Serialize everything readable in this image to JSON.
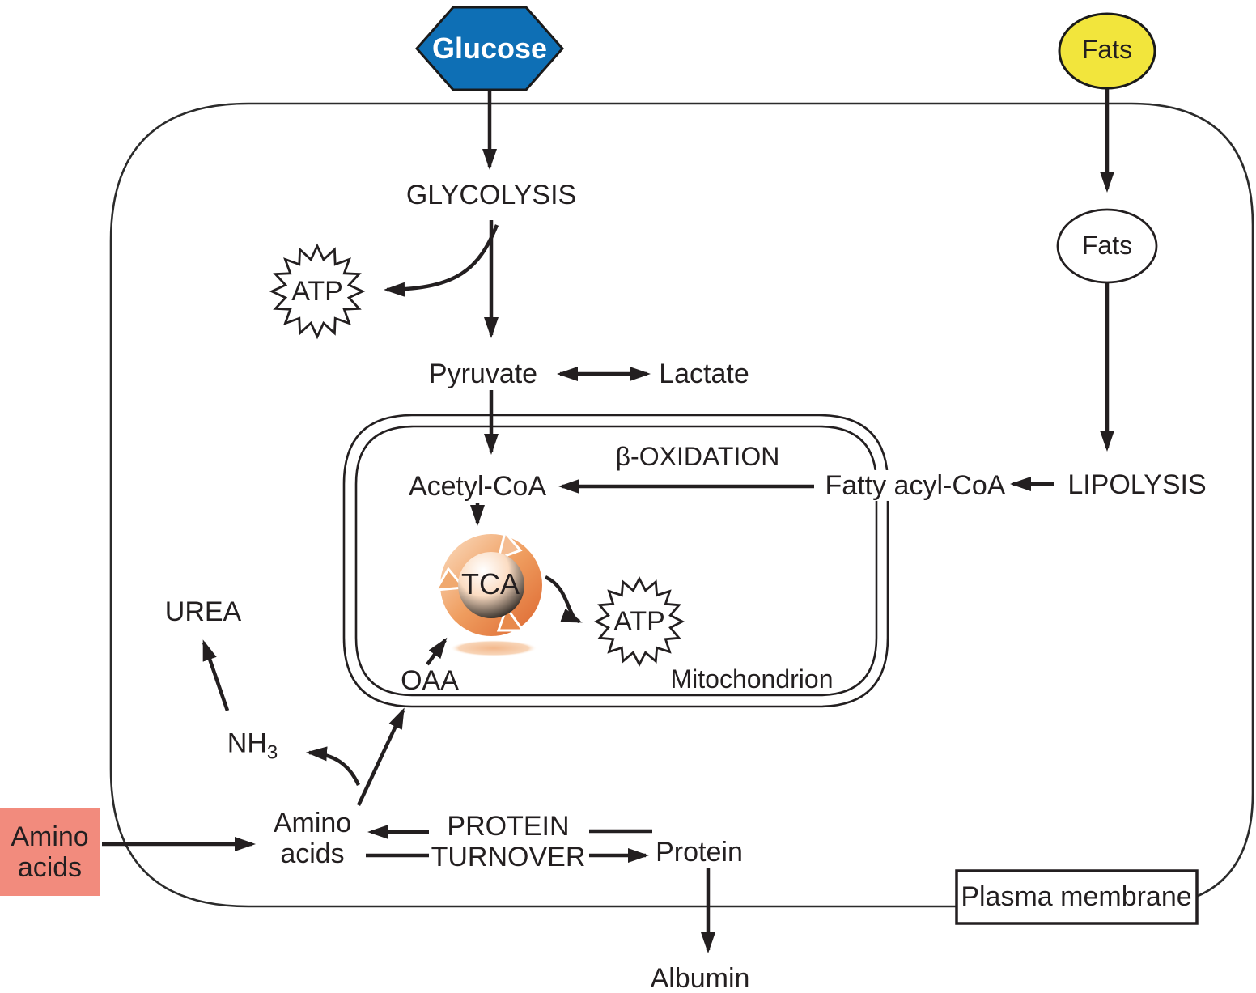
{
  "diagram": {
    "colors": {
      "glucose_blue": "#0e6fb5",
      "fats_yellow": "#f2e53c",
      "amino_acids_pink": "#f28b7d",
      "tca_orange": "#e0773c",
      "line_black": "#231f20"
    },
    "nodes": {
      "glucose": {
        "label": "Glucose"
      },
      "fats_top": {
        "label": "Fats"
      },
      "fats_inner": {
        "label": "Fats"
      },
      "glycolysis": {
        "label": "GLYCOLYSIS"
      },
      "atp_glycolysis": {
        "label": "ATP"
      },
      "pyruvate": {
        "label": "Pyruvate"
      },
      "lactate": {
        "label": "Lactate"
      },
      "acetyl_coa": {
        "label": "Acetyl-CoA"
      },
      "beta_oxidation": {
        "label": "β-OXIDATION"
      },
      "fatty_acyl_coa": {
        "label": "Fatty acyl-CoA"
      },
      "lipolysis": {
        "label": "LIPOLYSIS"
      },
      "tca": {
        "label": "TCA"
      },
      "atp_tca": {
        "label": "ATP"
      },
      "oaa": {
        "label": "OAA"
      },
      "mitochondrion": {
        "label": "Mitochondrion"
      },
      "urea": {
        "label": "UREA"
      },
      "nh3": {
        "label_base": "NH",
        "label_sub": "3"
      },
      "amino_acids_outer": {
        "line1": "Amino",
        "line2": "acids"
      },
      "amino_acids_inner": {
        "line1": "Amino",
        "line2": "acids"
      },
      "protein_turnover": {
        "line1": "PROTEIN",
        "line2": "TURNOVER"
      },
      "protein": {
        "label": "Protein"
      },
      "albumin": {
        "label": "Albumin"
      },
      "plasma_membrane": {
        "label": "Plasma membrane"
      }
    }
  }
}
